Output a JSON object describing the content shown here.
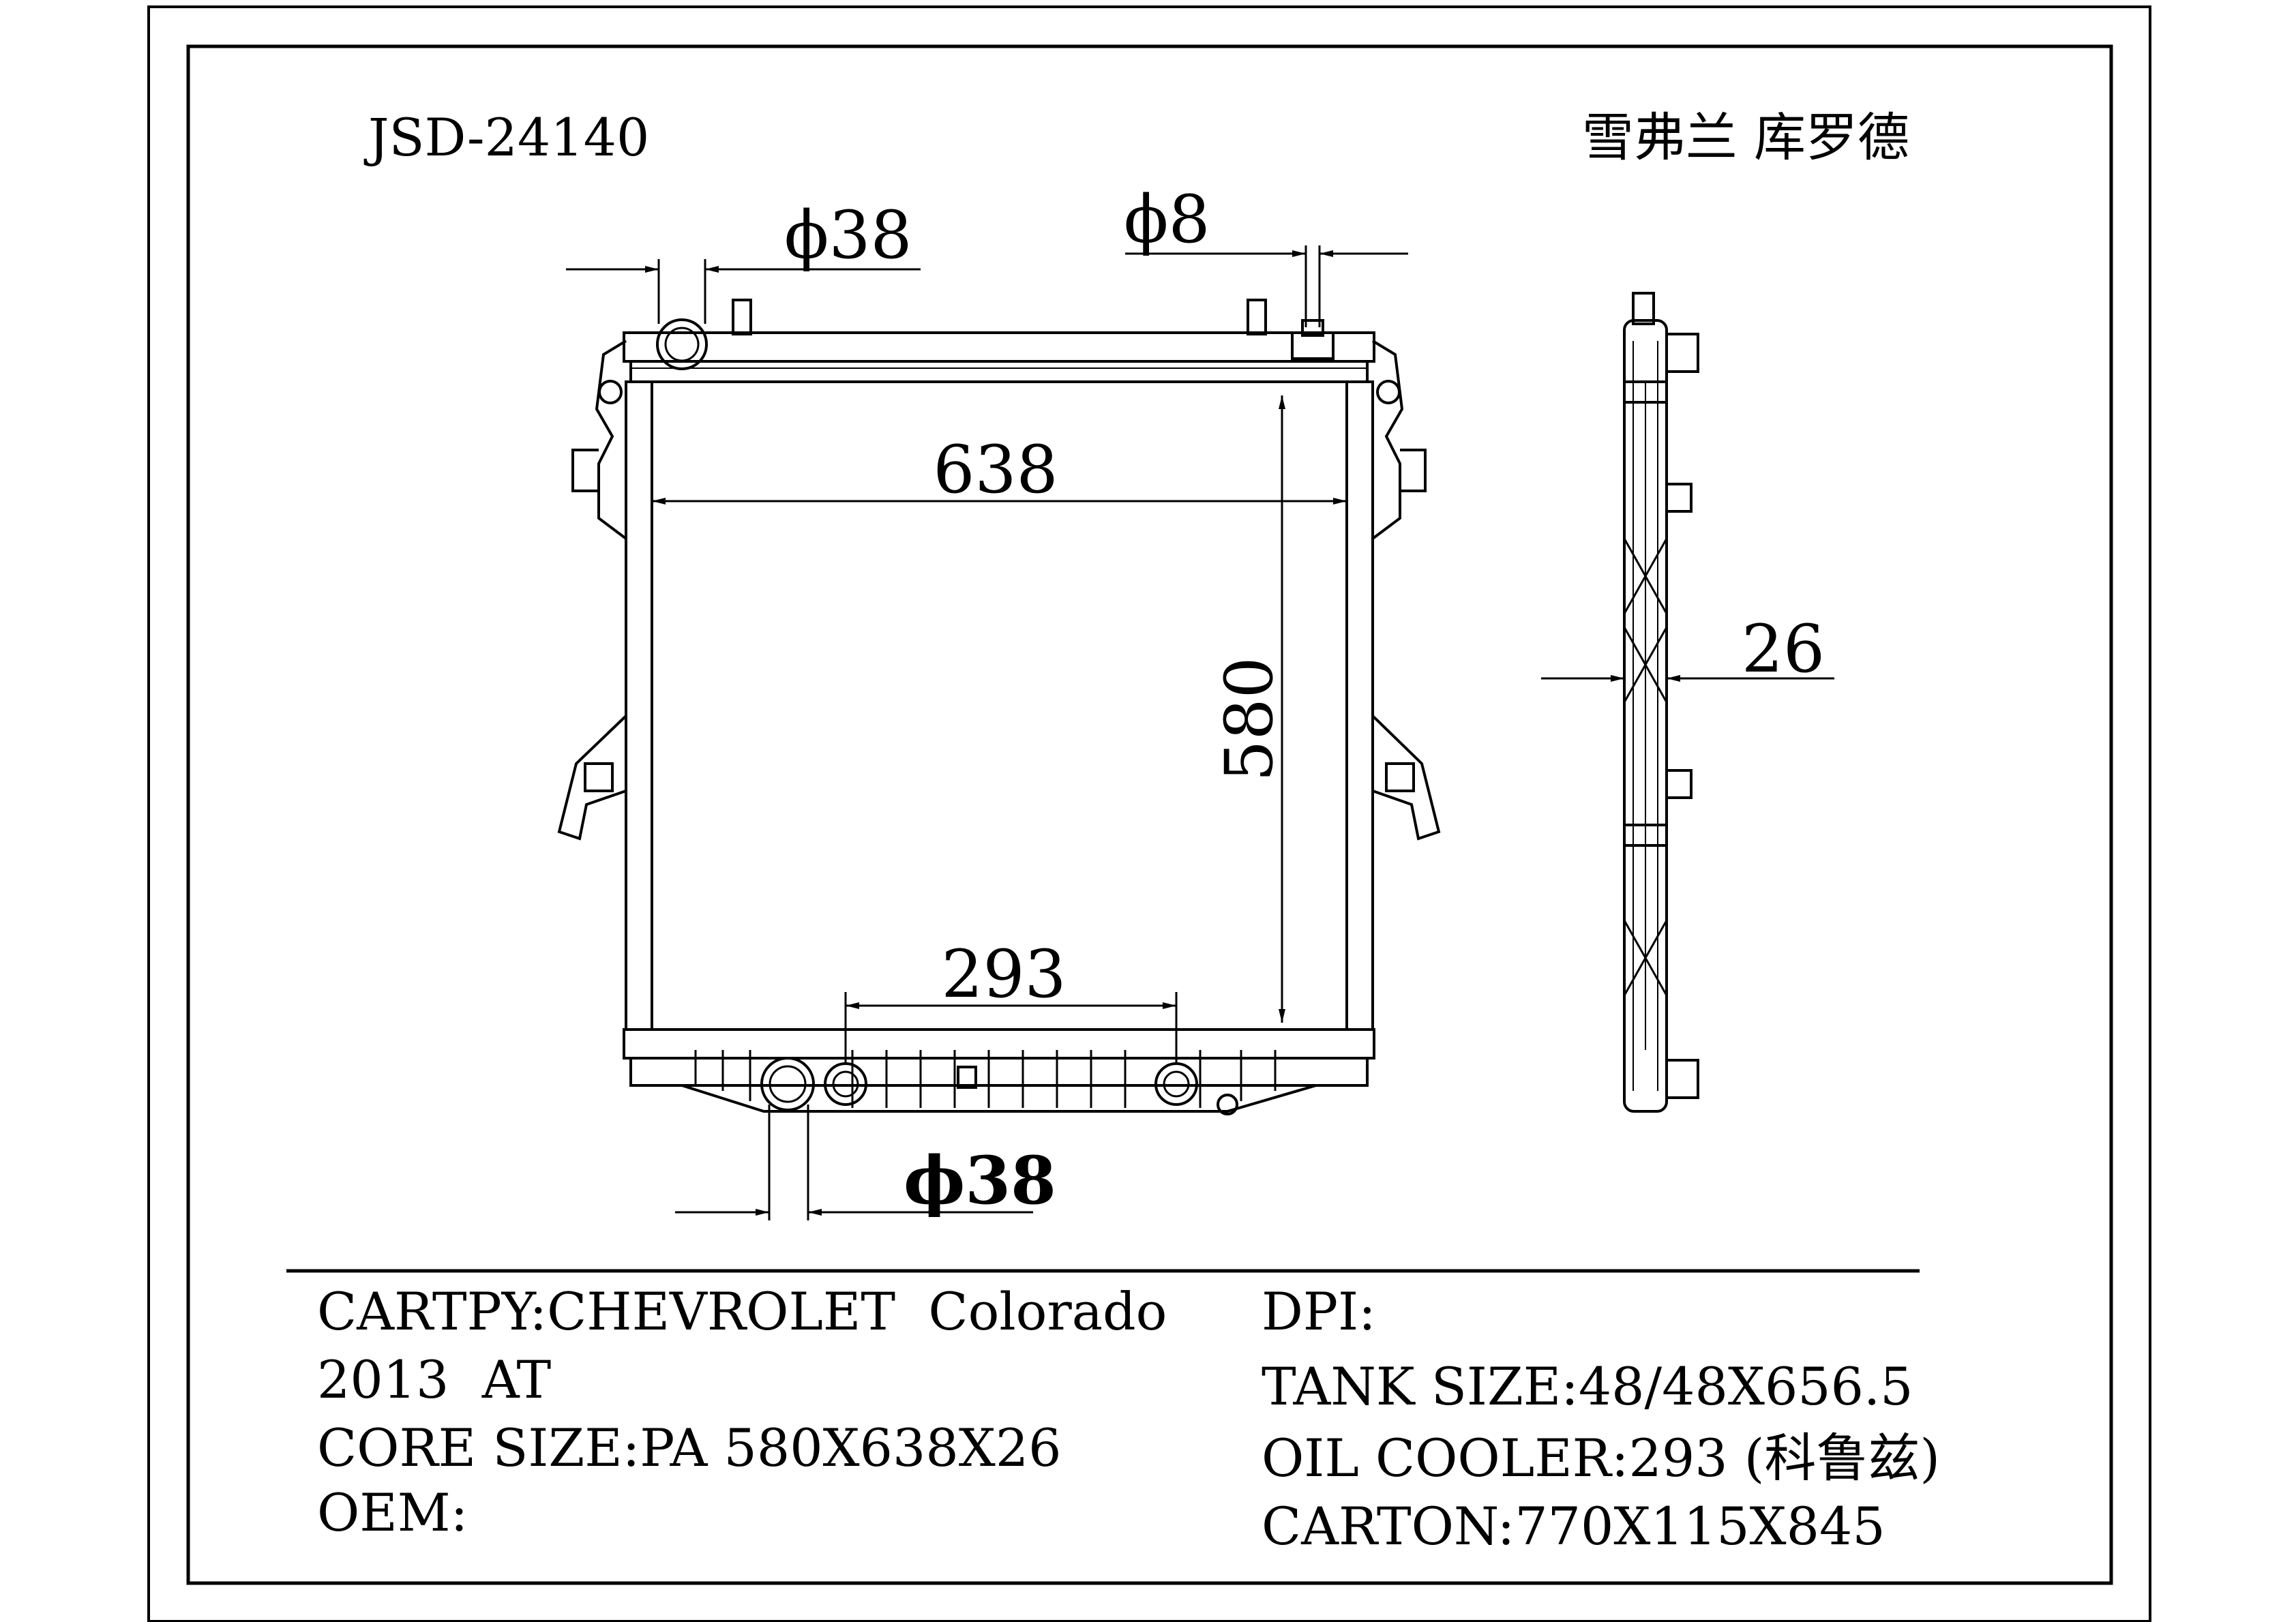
{
  "header": {
    "model_code": "JSD-24140",
    "vehicle_cn": "雪弗兰 库罗德"
  },
  "dimensions": {
    "inlet_diameter": "ϕ38",
    "vent_diameter": "ϕ8",
    "core_width": "638",
    "core_height": "580",
    "oil_cooler_spacing": "293",
    "outlet_diameter": "ϕ38",
    "core_thickness": "26"
  },
  "specs": {
    "left": [
      "CARTPY:CHEVROLET  Colorado",
      "2013  AT",
      "CORE SIZE:PA 580X638X26",
      "OEM:"
    ],
    "right": [
      "DPI:",
      "TANK SIZE:48/48X656.5",
      "OIL COOLER:293 (科鲁兹)",
      "CARTON:770X115X845"
    ]
  },
  "colors": {
    "line": "#000000",
    "background": "#ffffff"
  }
}
